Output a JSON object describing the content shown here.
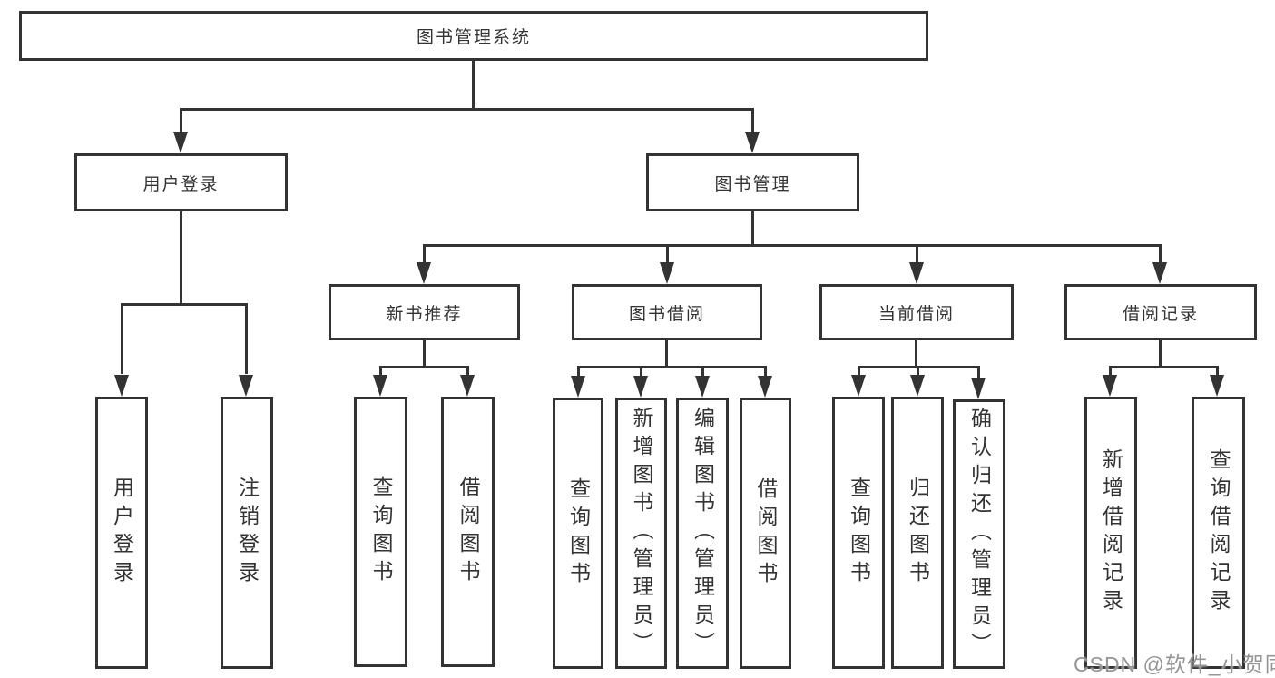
{
  "colors": {
    "line": "#333333",
    "text": "#333333",
    "background": "#ffffff",
    "watermark": "#959595"
  },
  "watermark": {
    "text": "CSDN @软件_小贺同学"
  },
  "tree": {
    "root": {
      "label": "图书管理系统"
    },
    "branches": [
      {
        "label": "用户登录",
        "children": [
          {
            "label": "用户登录"
          },
          {
            "label": "注销登录"
          }
        ]
      },
      {
        "label": "图书管理",
        "children": [
          {
            "label": "新书推荐",
            "children": [
              {
                "label": "查询图书"
              },
              {
                "label": "借阅图书"
              }
            ]
          },
          {
            "label": "图书借阅",
            "children": [
              {
                "label": "查询图书"
              },
              {
                "label": "新增图书（管理员）"
              },
              {
                "label": "编辑图书（管理员）"
              },
              {
                "label": "借阅图书"
              }
            ]
          },
          {
            "label": "当前借阅",
            "children": [
              {
                "label": "查询图书"
              },
              {
                "label": "归还图书"
              },
              {
                "label": "确认归还（管理员）"
              }
            ]
          },
          {
            "label": "借阅记录",
            "children": [
              {
                "label": "新增借阅记录"
              },
              {
                "label": "查询借阅记录"
              }
            ]
          }
        ]
      }
    ]
  }
}
